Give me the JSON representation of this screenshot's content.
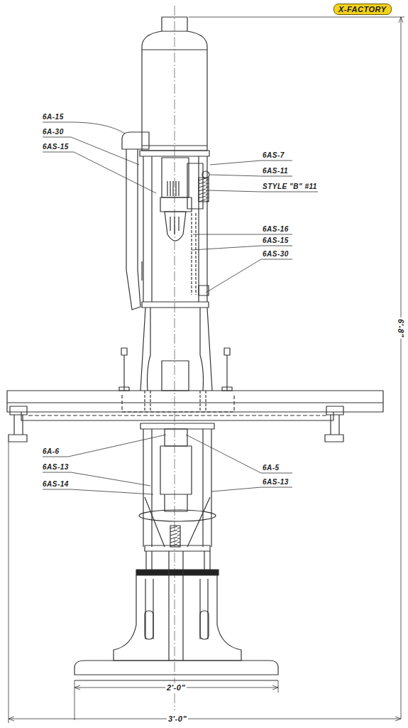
{
  "diagram": {
    "labels": [
      "X-FACTORY",
      "6A-15",
      "6A-30",
      "6AS-15",
      "6AS-7",
      "6AS-11",
      "STYLE \"B\" #11",
      "6AS-16",
      "6AS-15",
      "6AS-30",
      "6A-6",
      "6AS-13",
      "6AS-14",
      "6A-5",
      "6AS-13",
      "6'-8\"",
      "2'-0\"",
      "3'-0\""
    ]
  }
}
